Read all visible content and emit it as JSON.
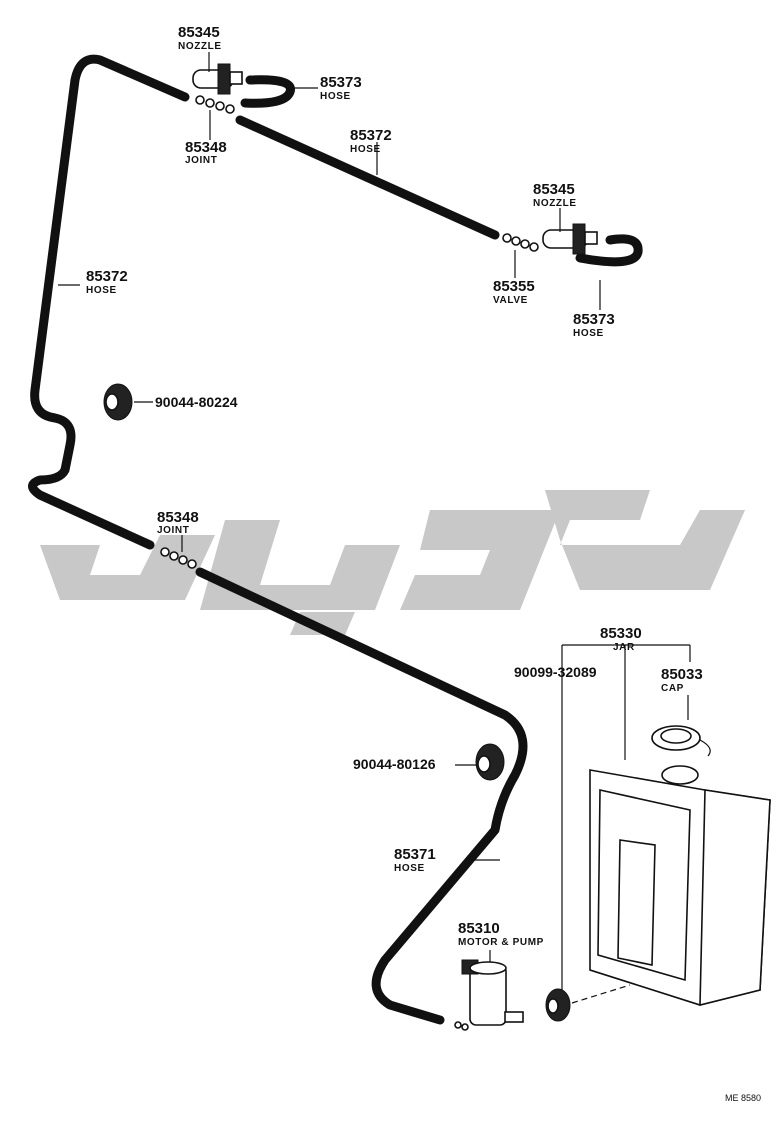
{
  "callouts": {
    "nozzle_1": {
      "number": "85345",
      "name": "NOZZLE"
    },
    "hose_short_1": {
      "number": "85373",
      "name": "HOSE"
    },
    "joint_1": {
      "number": "85348",
      "name": "JOINT"
    },
    "hose_long_top": {
      "number": "85372",
      "name": "HOSE"
    },
    "nozzle_2": {
      "number": "85345",
      "name": "NOZZLE"
    },
    "valve": {
      "number": "85355",
      "name": "VALVE"
    },
    "hose_short_2": {
      "number": "85373",
      "name": "HOSE"
    },
    "hose_long_left": {
      "number": "85372",
      "name": "HOSE"
    },
    "grommet_1": {
      "number": "90044-80224"
    },
    "joint_2": {
      "number": "85348",
      "name": "JOINT"
    },
    "jar": {
      "number": "85330",
      "name": "JAR"
    },
    "grommet_jar": {
      "number": "90099-32089"
    },
    "cap": {
      "number": "85033",
      "name": "CAP"
    },
    "grommet_2": {
      "number": "90044-80126"
    },
    "hose_lower": {
      "number": "85371",
      "name": "HOSE"
    },
    "motor_pump": {
      "number": "85310",
      "name": "MOTOR & PUMP"
    }
  },
  "drawing_code": "ME 8580",
  "watermark": {
    "color": "#c8c8c8"
  }
}
